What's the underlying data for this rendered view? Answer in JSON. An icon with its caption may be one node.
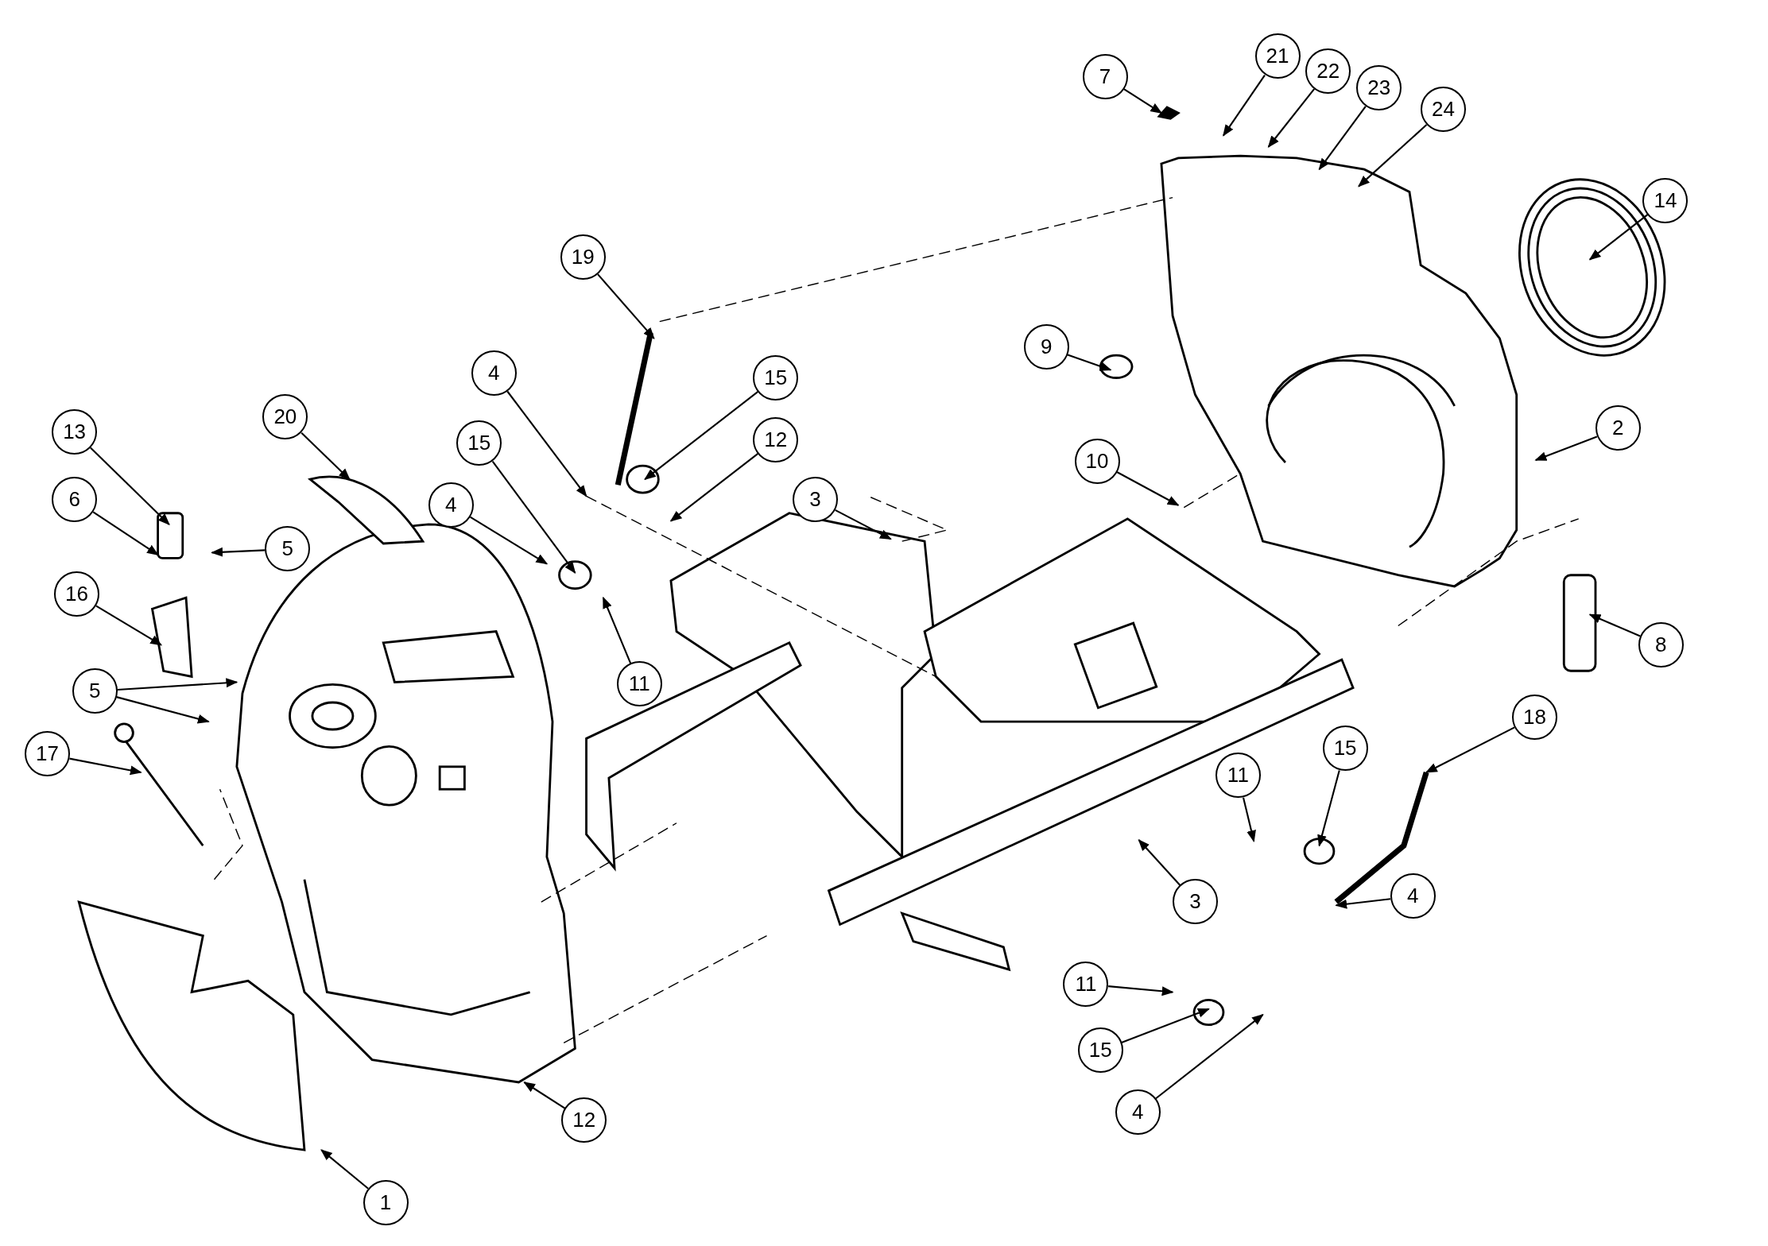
{
  "diagram": {
    "nodes": [
      {
        "text": [
          "7"
        ]
      },
      {
        "text": [
          "21"
        ]
      },
      {
        "text": [
          "22"
        ]
      },
      {
        "text": [
          "23"
        ]
      },
      {
        "text": [
          "24"
        ]
      },
      {
        "text": [
          "14"
        ]
      },
      {
        "text": [
          "19"
        ]
      },
      {
        "text": [
          "9"
        ]
      },
      {
        "text": [
          "20"
        ]
      },
      {
        "text": [
          "13"
        ]
      },
      {
        "text": [
          "4"
        ]
      },
      {
        "text": [
          "15"
        ]
      },
      {
        "text": [
          "12"
        ]
      },
      {
        "text": [
          "15"
        ]
      },
      {
        "text": [
          "4"
        ]
      },
      {
        "text": [
          "3"
        ]
      },
      {
        "text": [
          "10"
        ]
      },
      {
        "text": [
          "2"
        ]
      },
      {
        "text": [
          "6"
        ]
      },
      {
        "text": [
          "5"
        ]
      },
      {
        "text": [
          "16"
        ]
      },
      {
        "text": [
          "11"
        ]
      },
      {
        "text": [
          "8"
        ]
      },
      {
        "text": [
          "5"
        ]
      },
      {
        "text": [
          "17"
        ]
      },
      {
        "text": [
          "18"
        ]
      },
      {
        "text": [
          "15"
        ]
      },
      {
        "text": [
          "11"
        ]
      },
      {
        "text": [
          "3"
        ]
      },
      {
        "text": [
          "4"
        ]
      },
      {
        "text": [
          "11"
        ]
      },
      {
        "text": [
          "15"
        ]
      },
      {
        "text": [
          "4"
        ]
      },
      {
        "text": [
          "12"
        ]
      },
      {
        "text": [
          "1"
        ]
      }
    ],
    "edges": [
      {
        "from": 0,
        "to": null,
        "arrow": "to"
      },
      {
        "from": 1,
        "to": null,
        "arrow": "to"
      },
      {
        "from": 2,
        "to": null,
        "arrow": "to"
      },
      {
        "from": 3,
        "to": null,
        "arrow": "to"
      },
      {
        "from": 4,
        "to": null,
        "arrow": "to"
      },
      {
        "from": 5,
        "to": null,
        "arrow": "to"
      },
      {
        "from": 6,
        "to": null,
        "arrow": "to"
      },
      {
        "from": 7,
        "to": null,
        "arrow": "to"
      },
      {
        "from": 8,
        "to": null,
        "arrow": "to"
      },
      {
        "from": 9,
        "to": null,
        "arrow": "to"
      },
      {
        "from": 10,
        "to": null,
        "arrow": "to"
      },
      {
        "from": 11,
        "to": null,
        "arrow": "to"
      },
      {
        "from": 12,
        "to": null,
        "arrow": "to"
      },
      {
        "from": 13,
        "to": null,
        "arrow": "to"
      },
      {
        "from": 14,
        "to": null,
        "arrow": "to"
      },
      {
        "from": 15,
        "to": null,
        "arrow": "to"
      },
      {
        "from": 16,
        "to": null,
        "arrow": "to"
      },
      {
        "from": 17,
        "to": null,
        "arrow": "to"
      },
      {
        "from": 18,
        "to": null,
        "arrow": "to"
      },
      {
        "from": 19,
        "to": null,
        "arrow": "to"
      },
      {
        "from": 20,
        "to": null,
        "arrow": "to"
      },
      {
        "from": 21,
        "to": null,
        "arrow": "to"
      },
      {
        "from": 22,
        "to": null,
        "arrow": "to"
      },
      {
        "from": 23,
        "to": null,
        "arrow": "to"
      },
      {
        "from": 23,
        "to": null,
        "arrow": "to"
      },
      {
        "from": 24,
        "to": null,
        "arrow": "to"
      },
      {
        "from": 25,
        "to": null,
        "arrow": "to"
      },
      {
        "from": 26,
        "to": null,
        "arrow": "to"
      },
      {
        "from": 27,
        "to": null,
        "arrow": "to"
      },
      {
        "from": 28,
        "to": null,
        "arrow": "to"
      },
      {
        "from": 29,
        "to": null,
        "arrow": "to"
      },
      {
        "from": 30,
        "to": null,
        "arrow": "to"
      },
      {
        "from": 31,
        "to": null,
        "arrow": "to"
      },
      {
        "from": 32,
        "to": null,
        "arrow": "to"
      },
      {
        "from": 33,
        "to": null,
        "arrow": "to"
      },
      {
        "from": 34,
        "to": null,
        "arrow": "to"
      }
    ]
  }
}
